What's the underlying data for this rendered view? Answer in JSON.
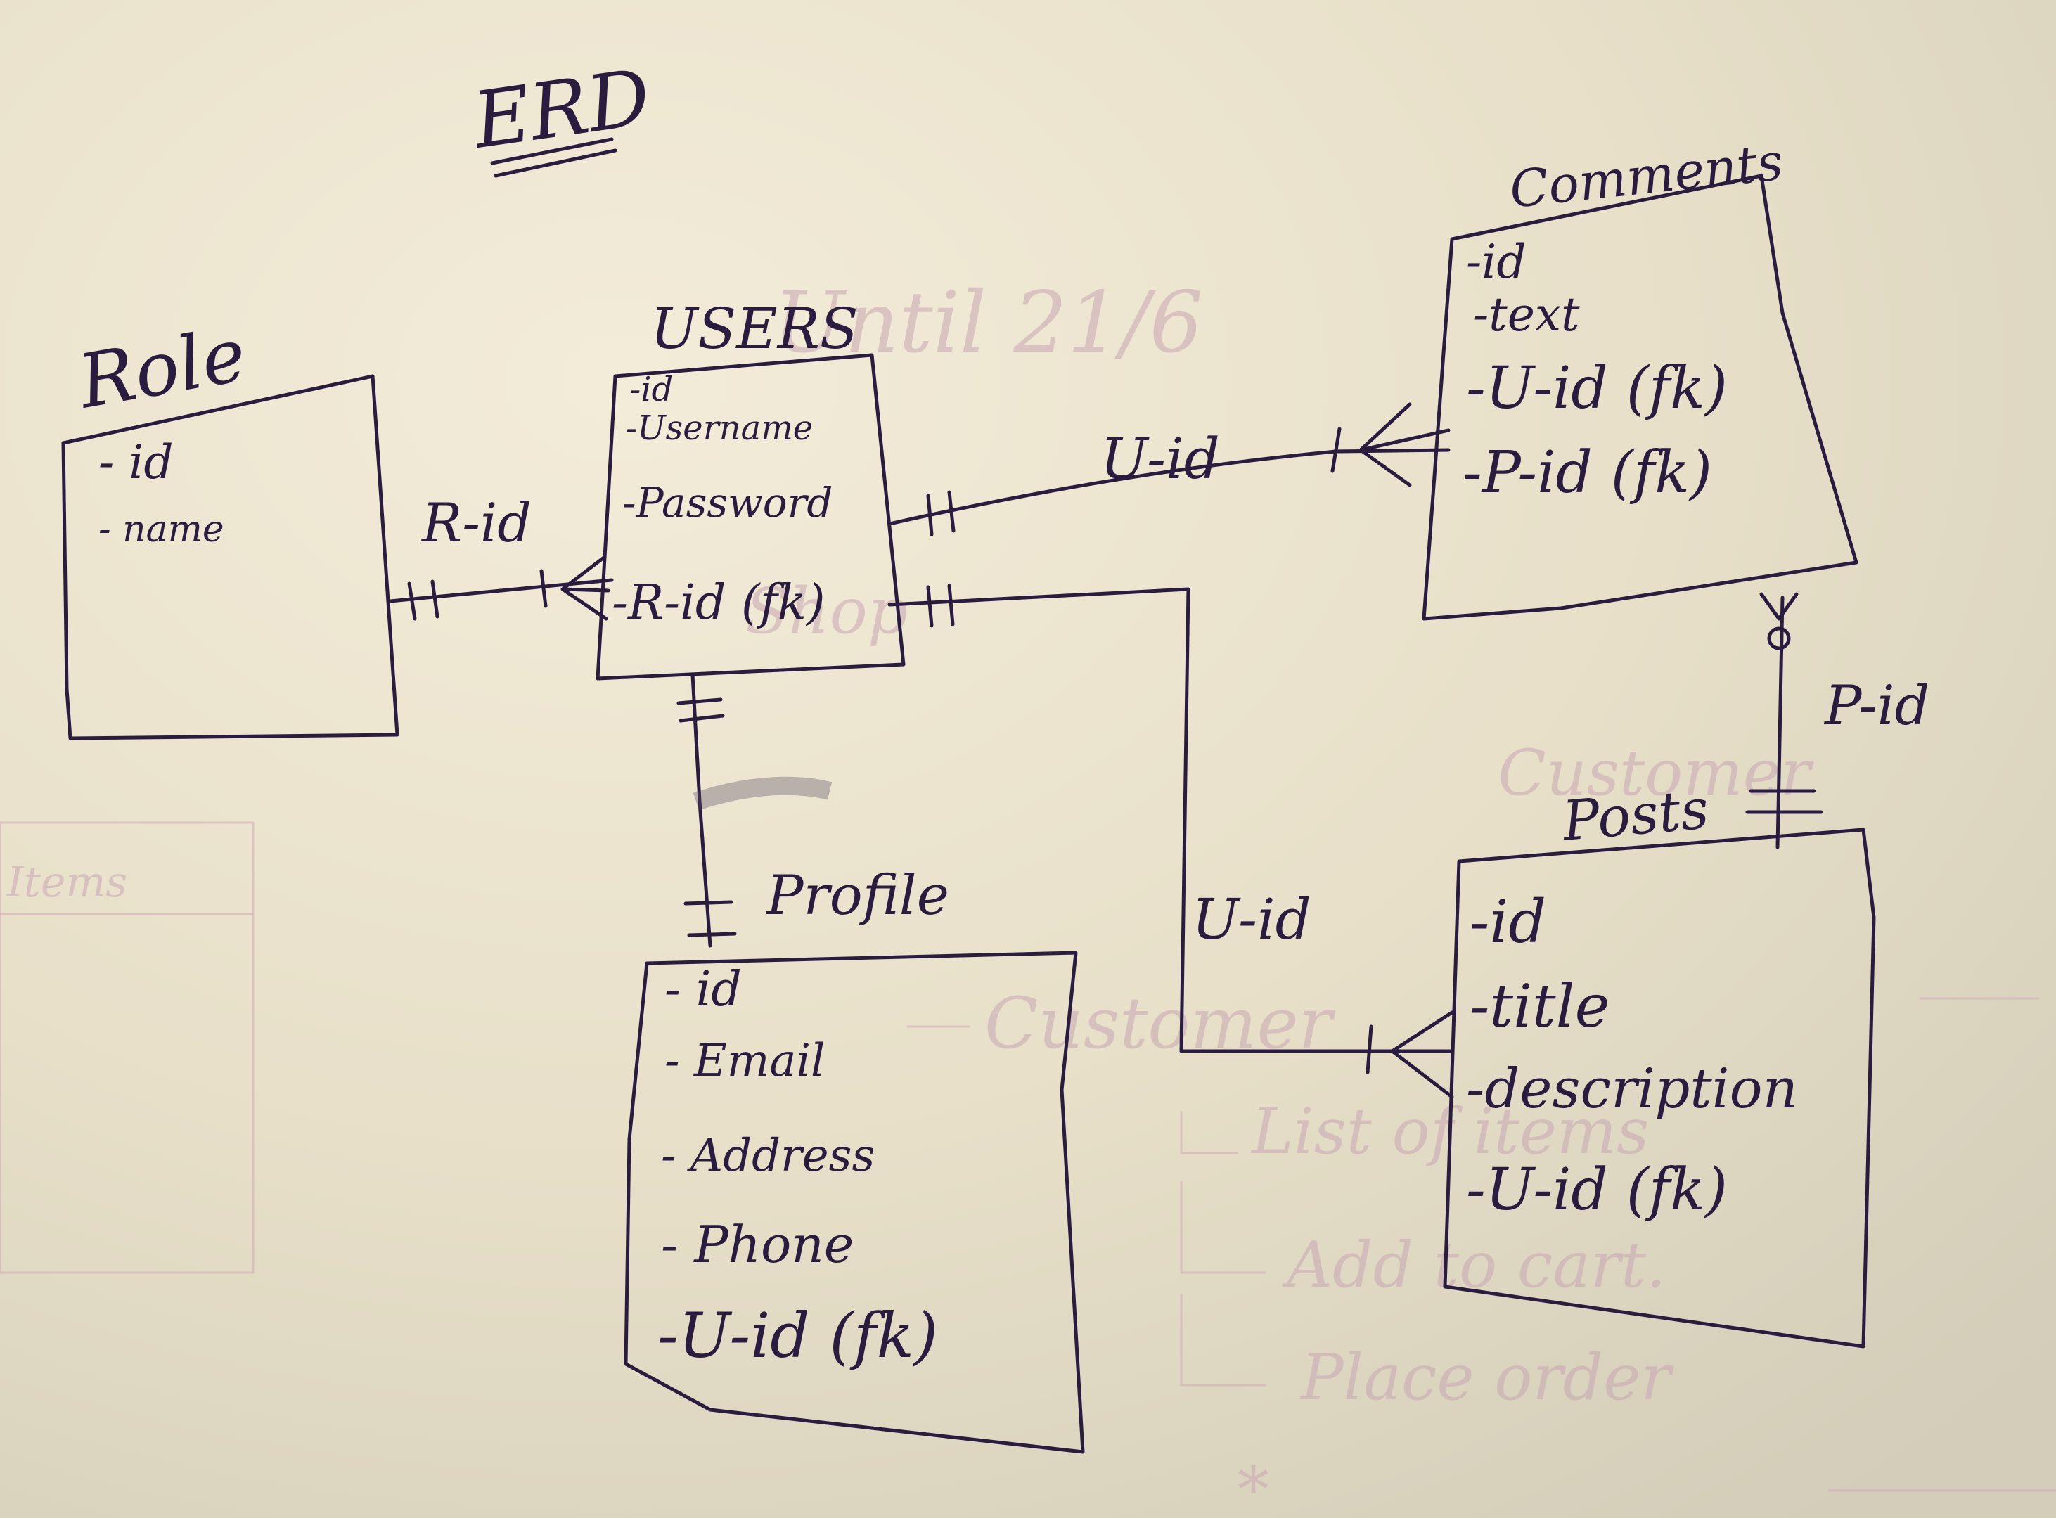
{
  "title": "ERD",
  "colors": {
    "board": "#ece4cf",
    "ink": "#2a1c3f",
    "ghost_marker": "#c9a7b4"
  },
  "entities": {
    "role": {
      "name": "Role",
      "fields": [
        "- id",
        "- name"
      ]
    },
    "users": {
      "name": "USERS",
      "fields": [
        "-id",
        "-Username",
        "-Password",
        "-R-id (fk)"
      ]
    },
    "comments": {
      "name": "Comments",
      "fields": [
        "-id",
        "-text",
        "-U-id (fk)",
        "-P-id (fk)"
      ]
    },
    "profile": {
      "name": "Profile",
      "fields": [
        "- id",
        "- Email",
        "- Address",
        "- Phone",
        "-U-id (fk)"
      ]
    },
    "posts": {
      "name": "Posts",
      "fields": [
        "-id",
        "-title",
        "-description",
        "-U-id (fk)"
      ]
    }
  },
  "relationships": {
    "role_users": "R-id",
    "users_comments": "U-id",
    "posts_comments": "P-id",
    "users_posts": "U-id"
  },
  "background_writing": {
    "line1": "Until 21/6",
    "line2": "Shop",
    "line3": "Customer",
    "line4": "Items",
    "line5": "Customer",
    "line6": "List of items",
    "line7": "Add to cart.",
    "line8": "Place order",
    "line9": "*"
  }
}
